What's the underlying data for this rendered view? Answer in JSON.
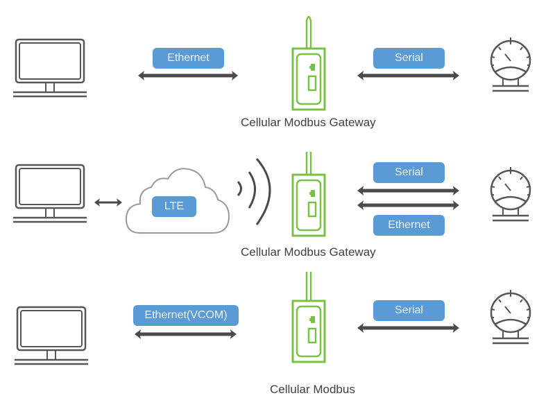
{
  "diagram": {
    "title": "Cellular Modbus Gateway connection modes",
    "colors": {
      "label_bg": "#5b9bd5",
      "label_text": "#eef4fb",
      "device_green": "#7ac143",
      "line_gray": "#4a4a4a",
      "icon_gray": "#555555",
      "caption_text": "#3f3f3f"
    },
    "rows": [
      {
        "left_node": "computer",
        "left_link_label": "Ethernet",
        "center_node": "gateway",
        "caption": "Cellular Modbus Gateway",
        "right_links": [
          "Serial"
        ],
        "right_node": "meter"
      },
      {
        "left_node": "computer",
        "cloud_label": "LTE",
        "wireless": "signal-waves",
        "center_node": "gateway",
        "caption": "Cellular Modbus Gateway",
        "right_links": [
          "Serial",
          "Ethernet"
        ],
        "right_node": "meter"
      },
      {
        "left_node": "computer",
        "left_link_label": "Ethernet(VCOM)",
        "center_node": "gateway",
        "caption": "Cellular Modbus",
        "right_links": [
          "Serial"
        ],
        "right_node": "meter"
      }
    ]
  }
}
